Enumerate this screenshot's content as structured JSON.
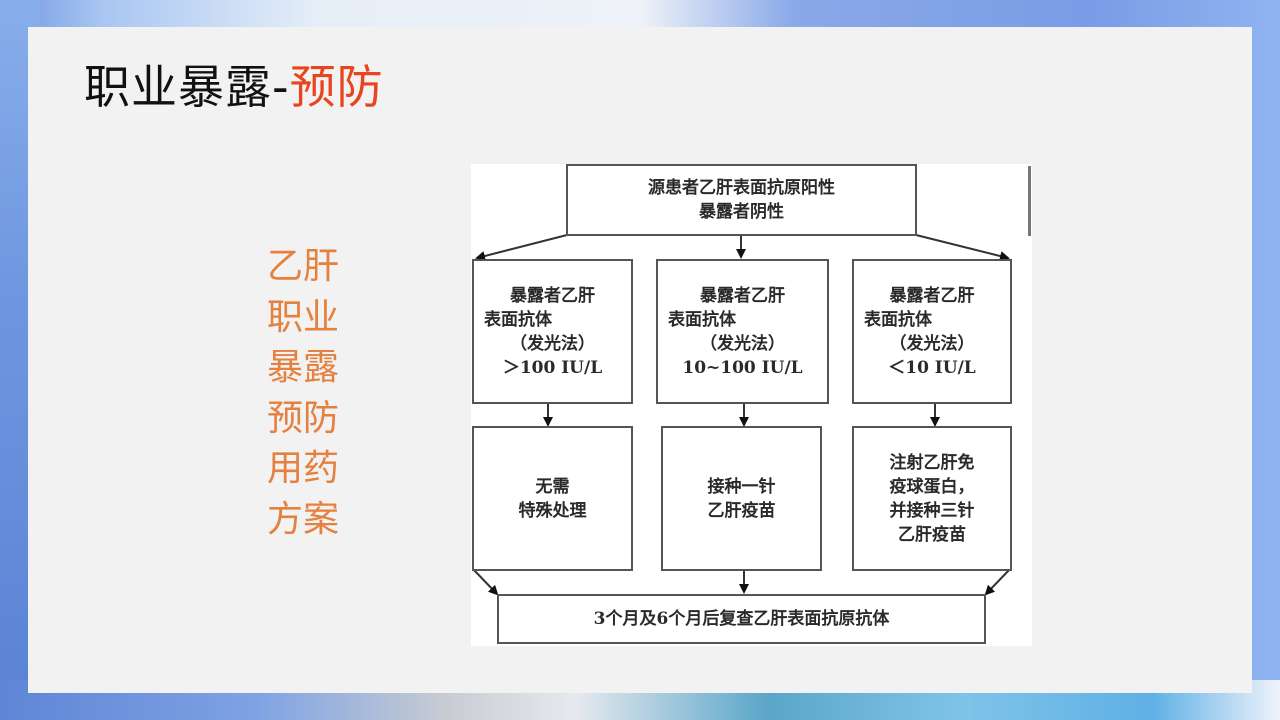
{
  "slide": {
    "title_main": "职业暴露-",
    "title_accent": "预防",
    "side_label_lines": [
      "乙肝",
      "职业",
      "暴露",
      "预防",
      "用药",
      "方案"
    ]
  },
  "colors": {
    "title_accent": "#e8441d",
    "side_label": "#e5803e",
    "panel_bg": "#f2f2f2"
  },
  "flowchart": {
    "root": {
      "lines": [
        "源患者乙肝表面抗原阳性",
        "暴露者阴性"
      ]
    },
    "conditions": [
      {
        "lines": [
          "暴露者乙肝",
          "表面抗体",
          "（发光法）",
          "＞100 IU/L"
        ]
      },
      {
        "lines": [
          "暴露者乙肝",
          "表面抗体",
          "（发光法）",
          "10~100 IU/L"
        ]
      },
      {
        "lines": [
          "暴露者乙肝",
          "表面抗体",
          "（发光法）",
          "＜10 IU/L"
        ]
      }
    ],
    "actions": [
      {
        "lines": [
          "无需",
          "特殊处理"
        ]
      },
      {
        "lines": [
          "接种一针",
          "乙肝疫苗"
        ]
      },
      {
        "lines": [
          "注射乙肝免",
          "疫球蛋白，",
          "并接种三针",
          "乙肝疫苗"
        ]
      }
    ],
    "final": {
      "lines": [
        "3个月及6个月后复查乙肝表面抗原抗体"
      ]
    }
  }
}
